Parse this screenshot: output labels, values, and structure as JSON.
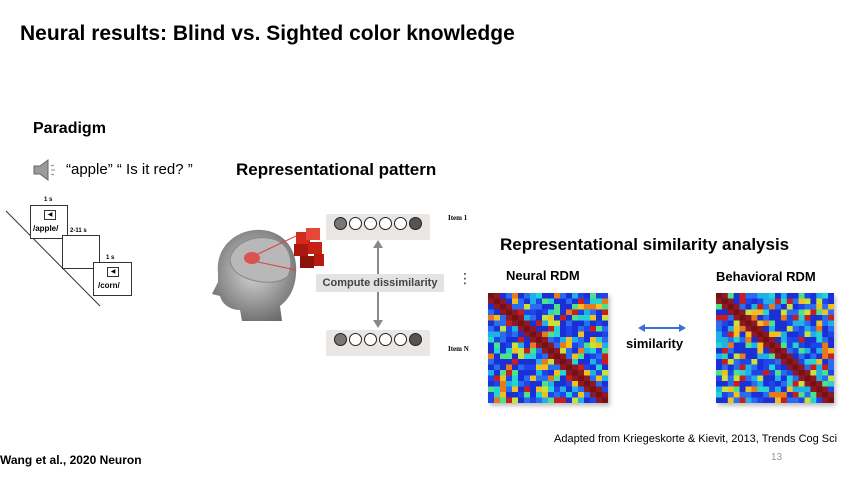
{
  "title": "Neural results: Blind vs. Sighted color knowledge",
  "paradigm": {
    "heading": "Paradigm",
    "speaker_icon": "speaker-icon",
    "quote": "“apple” “ Is it red? ”",
    "timeline": {
      "t1": "1 s",
      "t2": "2-11 s",
      "t3": "1 s",
      "word1": "/apple/",
      "word2": "/corn/"
    }
  },
  "representational": {
    "heading": "Representational pattern",
    "item_top": "Item 1",
    "item_bottom": "Item N",
    "compute": "Compute dissimilarity",
    "dots": "⋮"
  },
  "rsa": {
    "heading": "Representational similarity analysis",
    "neural_label": "Neural RDM",
    "behavioral_label": "Behavioral RDM",
    "similarity": "similarity"
  },
  "footer": {
    "adapted": "Adapted from Kriegeskorte & Kievit, 2013, Trends Cog Sci",
    "slide_number": "13",
    "citation": "Wang et al., 2020 Neuron"
  },
  "colors": {
    "rdm_low": "#1a2fd6",
    "rdm_high": "#c81e1e",
    "arrow": "#3a6fd8"
  }
}
